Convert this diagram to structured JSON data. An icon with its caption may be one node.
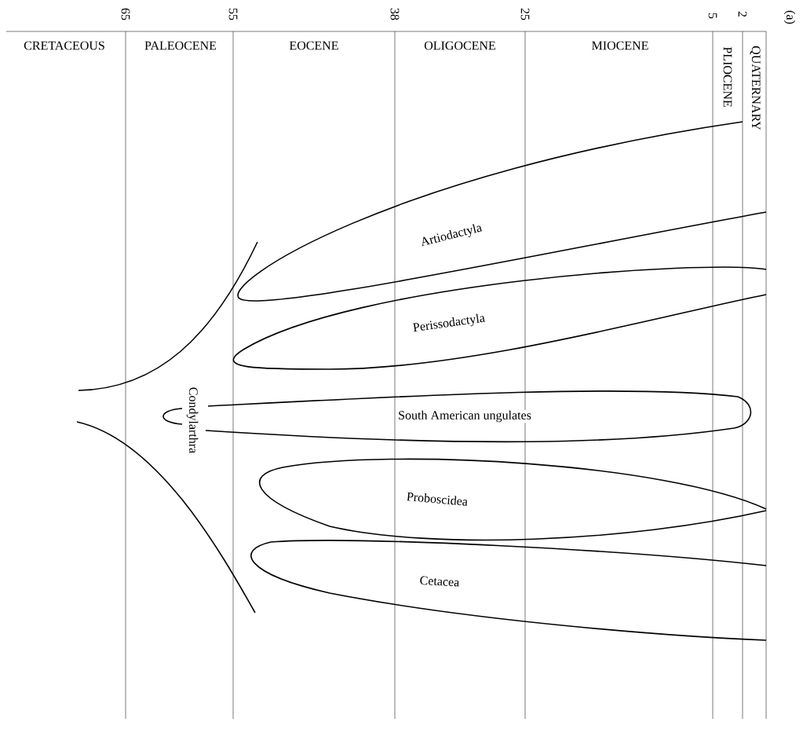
{
  "diagram": {
    "nodes": [
      {
        "text": [
          "Artiodactyla"
        ]
      },
      {
        "text": [
          "Perissodactyla"
        ]
      },
      {
        "text": [
          "Condylarthra"
        ]
      },
      {
        "text": [
          "South American ungulates"
        ]
      },
      {
        "text": [
          "Proboscidea"
        ]
      },
      {
        "text": [
          "Cetacea"
        ]
      }
    ],
    "labels": [
      "65",
      "55",
      "38",
      "25",
      "5",
      "2",
      "(a)",
      "CRETACEOUS",
      "PALEOCENE",
      "EOCENE",
      "OLIGOCENE",
      "MIOCENE",
      "PLIOCENE",
      "QUATERNARY"
    ]
  }
}
